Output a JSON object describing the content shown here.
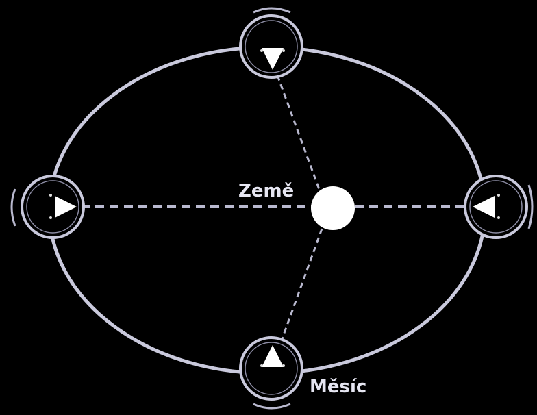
{
  "labels": {
    "earth": "Země",
    "moon": "Měsíc"
  },
  "colors": {
    "background": "#000000",
    "orbit": "#c9c9dc",
    "earth": "#ffffff",
    "label": "#e6e6f2"
  },
  "moon_positions": [
    "top",
    "left",
    "right",
    "bottom"
  ]
}
